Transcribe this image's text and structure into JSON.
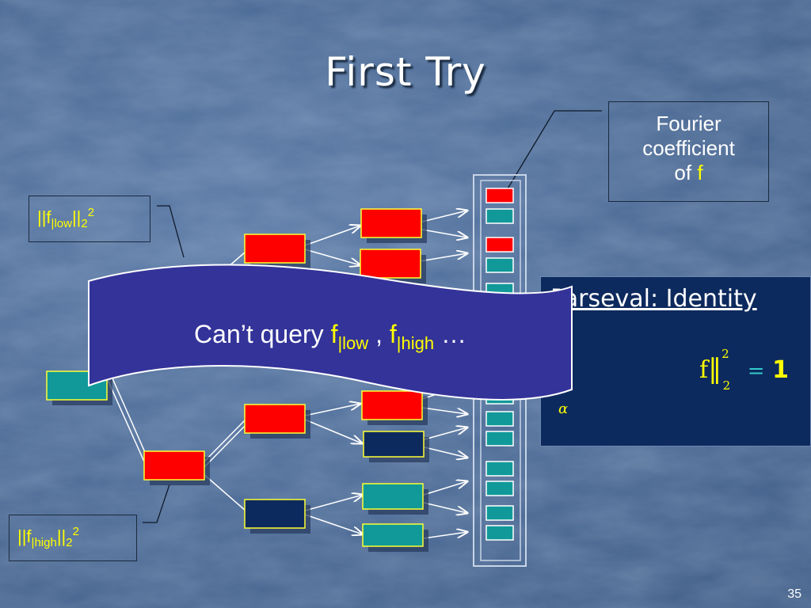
{
  "slide": {
    "title": "First Try",
    "slide_number": "35"
  },
  "labels": {
    "f_low": {
      "prefix": "||f",
      "sub": "|low",
      "mid": "||",
      "sub2": "2",
      "sup": "2"
    },
    "f_high": {
      "prefix": "||f",
      "sub": "|high",
      "mid": "||",
      "sub2": "2",
      "sup": "2"
    }
  },
  "fourier_box": {
    "line1": "Fourier",
    "line2": "coefficient",
    "line3_prefix": "of ",
    "line3_var": "f"
  },
  "parseval": {
    "title_visible": "Parseval: Identity",
    "equation_alpha": "α",
    "equation_f": "f",
    "equation_sup": "2",
    "equation_sub": "2",
    "equation_eq": "=",
    "equation_one": "1"
  },
  "banner": {
    "text_prefix": "Can’t query ",
    "var1": "f",
    "sub1": "|low",
    "sep": " , ",
    "var2": "f",
    "sub2": "|high",
    "suffix": " …"
  },
  "colors": {
    "red": "#ff0000",
    "teal": "#119999",
    "navy": "#0d2a5e",
    "banner": "#333399",
    "yellow_outline": "#ffff33"
  }
}
